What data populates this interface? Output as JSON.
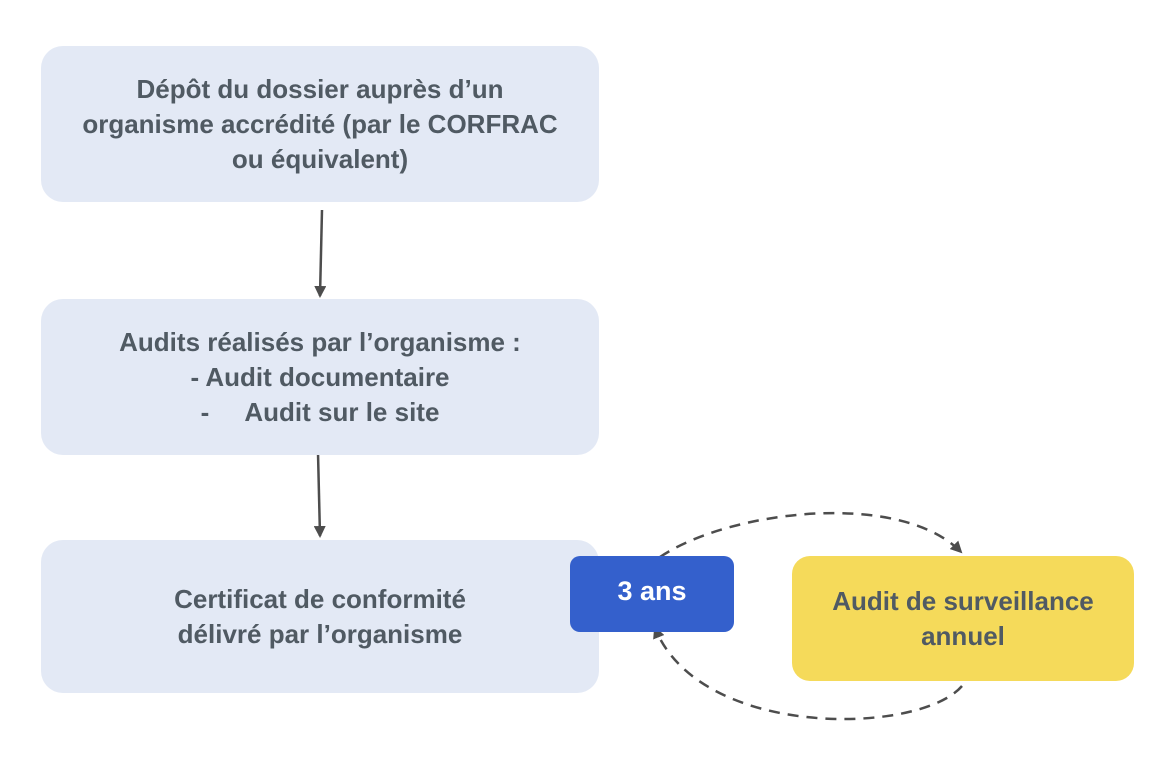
{
  "steps": [
    {
      "lines": [
        "Dépôt du dossier auprès d’un",
        "organisme accrédité (par le CORFRAC",
        "ou équivalent)"
      ]
    },
    {
      "lines": [
        "Audits réalisés par l’organisme :",
        "- Audit documentaire",
        "-     Audit sur le site"
      ]
    },
    {
      "lines": [
        "Certificat de conformité",
        "délivré par l’organisme"
      ]
    }
  ],
  "cycle": {
    "badge_label": "3 ans",
    "surveillance_lines": [
      "Audit de surveillance",
      "annuel"
    ]
  },
  "colors": {
    "step_fill": "#e3e9f5",
    "badge_fill": "#3460cc",
    "surveillance_fill": "#f5da5a",
    "text": "#505a63",
    "connector": "#4d4d4d"
  }
}
